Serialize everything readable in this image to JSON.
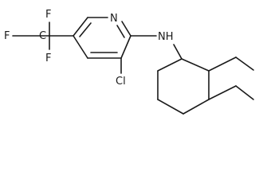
{
  "structure": {
    "atoms": {
      "n_ring": "N",
      "nh": "NH",
      "cl": "Cl",
      "c_cf3": "C",
      "f_top": "F",
      "f_left": "F",
      "f_bottom": "F"
    }
  }
}
